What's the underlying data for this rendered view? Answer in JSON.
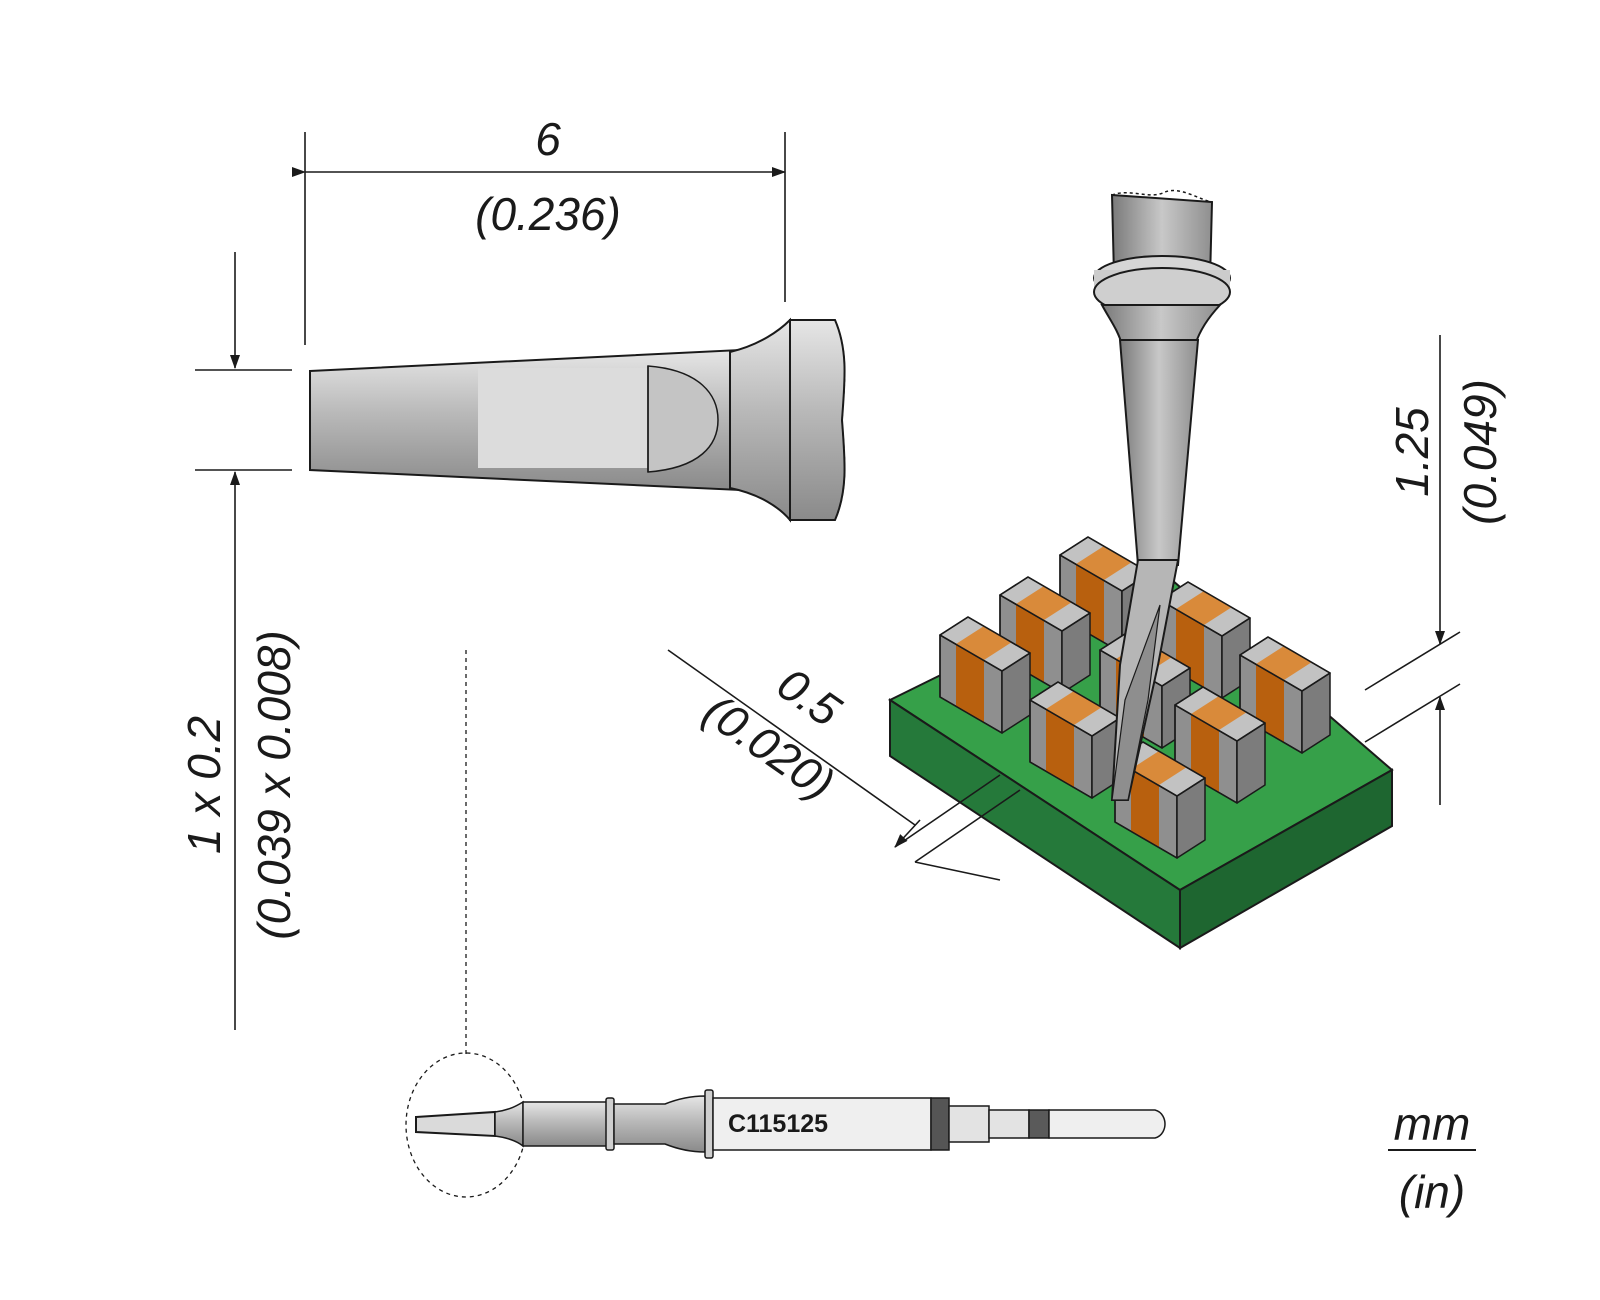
{
  "dimensions": {
    "length": {
      "mm": "6",
      "in": "(0.236)"
    },
    "tip_width": {
      "mm": "1 x 0.2",
      "in": "(0.039 x 0.008)"
    },
    "pitch": {
      "mm": "0.5",
      "in": "(0.020)"
    },
    "component_height": {
      "mm": "1.25",
      "in": "(0.049)"
    }
  },
  "part_number": "C115125",
  "units": {
    "primary": "mm",
    "secondary": "(in)"
  },
  "colors": {
    "metal": "#a9a9a9",
    "metal_light": "#dadada",
    "pcb_green": "#2e8b3e",
    "pcb_dark": "#1f6a2c",
    "component_orange": "#b8600e",
    "component_gray": "#9b9b9b"
  }
}
